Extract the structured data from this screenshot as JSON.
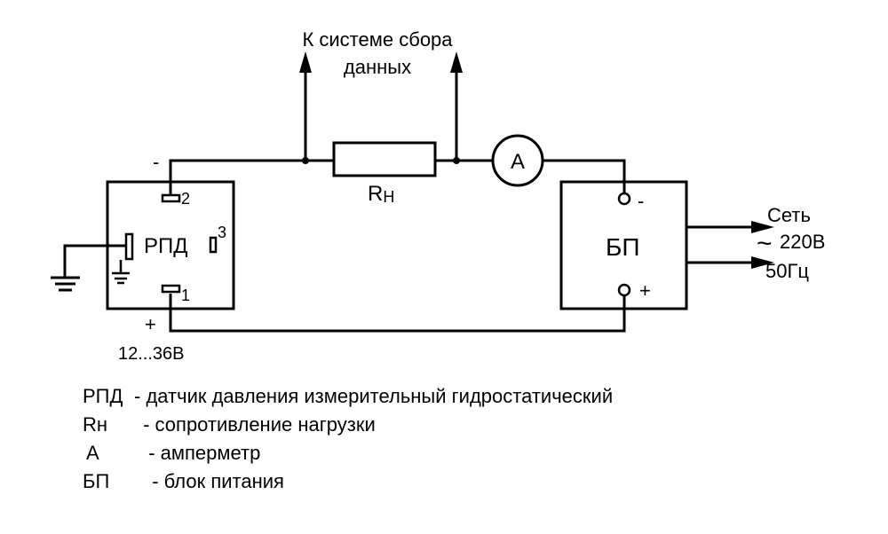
{
  "top_label": {
    "line1": "К системе сбора",
    "line2": "данных"
  },
  "resistor": {
    "label_main": "R",
    "label_sub": "Н"
  },
  "ammeter": {
    "label": "А"
  },
  "sensor": {
    "label": "РПД",
    "pin1": "1",
    "pin2": "2",
    "pin3": "3",
    "minus": "-",
    "plus": "+",
    "voltage": "12...36В"
  },
  "power_supply": {
    "label": "БП",
    "minus": "-",
    "plus": "+"
  },
  "mains": {
    "line1": "Сеть",
    "line2": "220В",
    "tilde": "~",
    "line3": "50Гц"
  },
  "legend": [
    {
      "term": "РПД",
      "desc": "- датчик давления измерительный гидростатический"
    },
    {
      "term": "Rн",
      "desc": " - сопротивление нагрузки"
    },
    {
      "term": "А",
      "desc": "  - амперметр"
    },
    {
      "term": "БП",
      "desc": "  - блок питания"
    }
  ]
}
